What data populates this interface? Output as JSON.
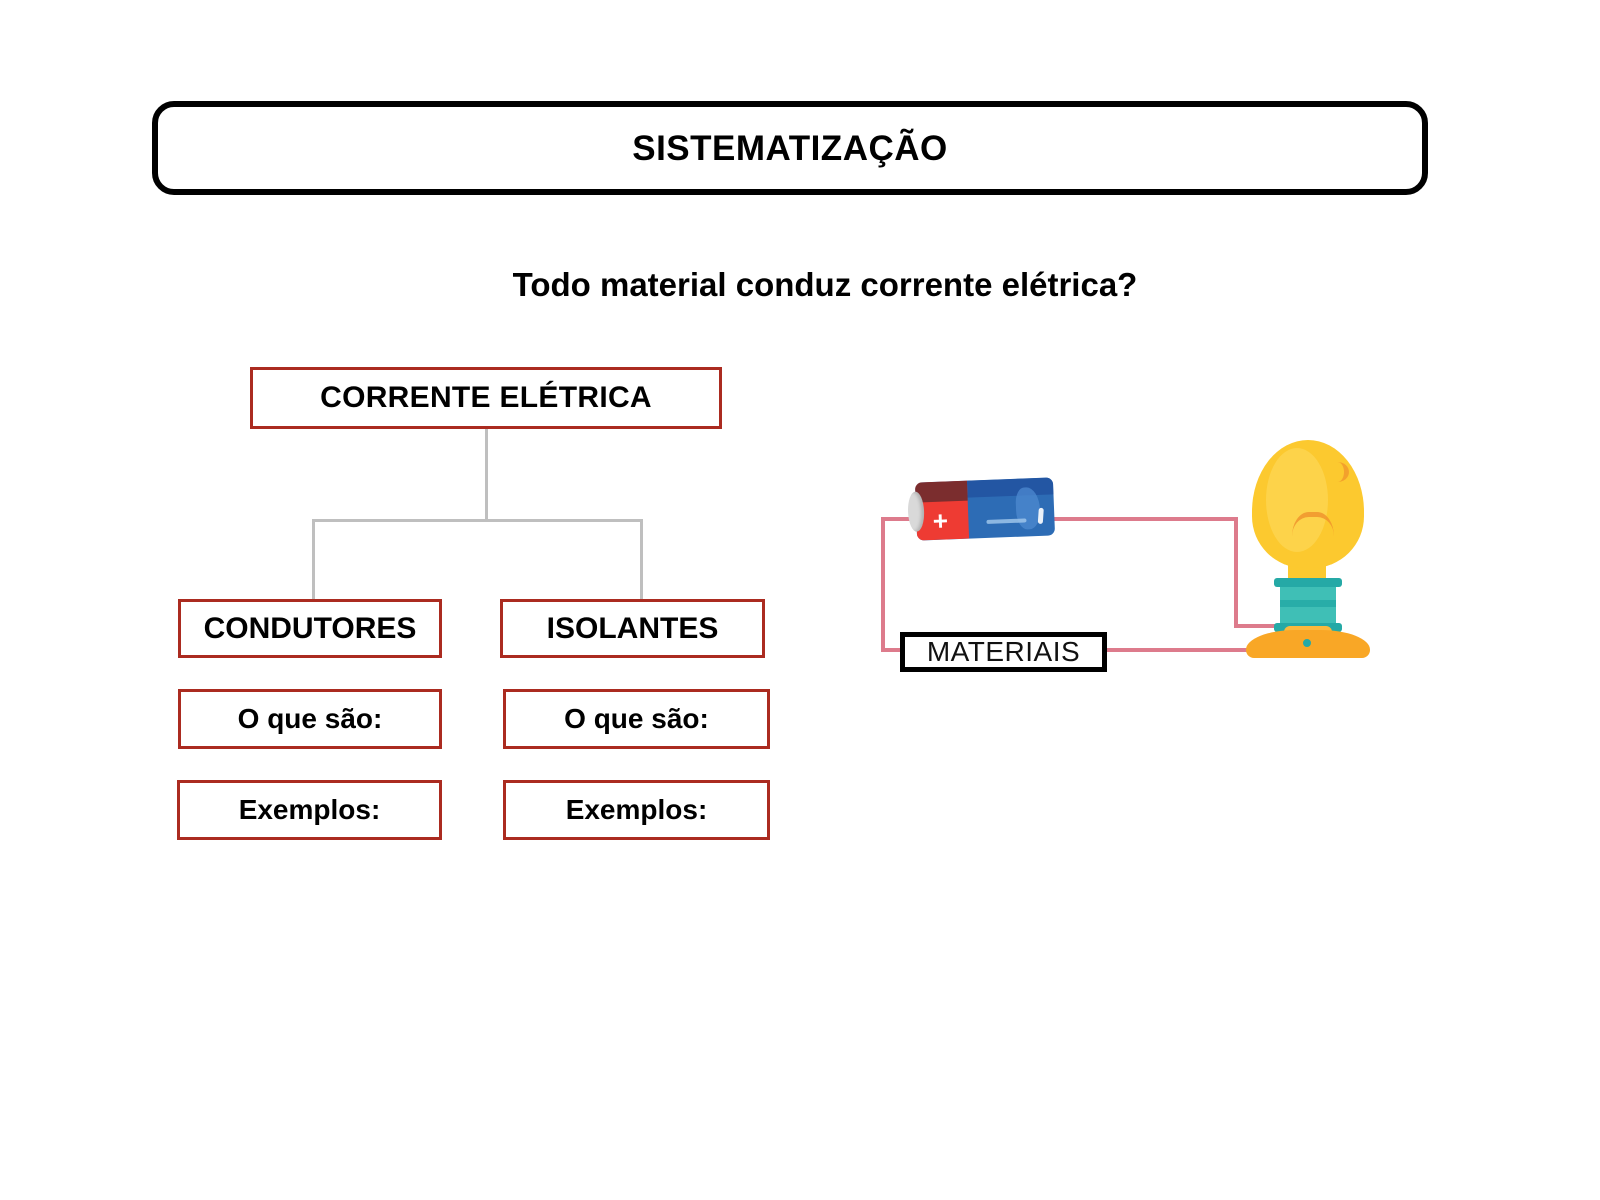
{
  "slide": {
    "background_color": "#FFFFFF",
    "banner": {
      "title": "SISTEMATIZAÇÃO",
      "border_color": "#000000"
    },
    "question": "Todo material conduz corrente elétrica?"
  },
  "flowchart": {
    "accent_color": "#AB2B20",
    "connector_color": "#BFBFBF",
    "root": {
      "label": "CORRENTE ELÉTRICA"
    },
    "branches": [
      {
        "heading": "CONDUTORES",
        "fields": [
          {
            "label": "O que são:"
          },
          {
            "label": "Exemplos:"
          }
        ]
      },
      {
        "heading": "ISOLANTES",
        "fields": [
          {
            "label": "O que são:"
          },
          {
            "label": "Exemplos:"
          }
        ]
      }
    ]
  },
  "circuit": {
    "wire_color": "#DD7B8C",
    "materials_label": "MATERIAIS",
    "battery": {
      "positive_sign": "+",
      "red_color": "#EE3B33",
      "blue_color": "#2D6CB5"
    },
    "bulb": {
      "glass_color": "#FCC92F",
      "screw_color": "#3FBFB6",
      "base_color": "#F9A726"
    }
  }
}
